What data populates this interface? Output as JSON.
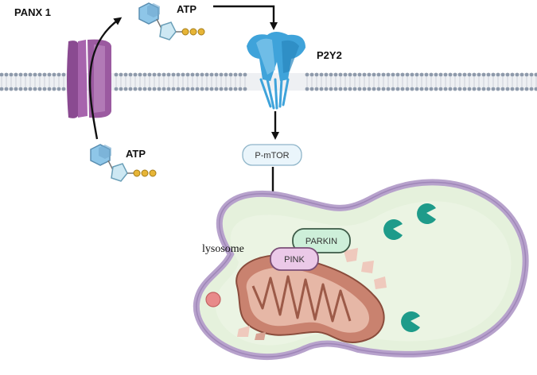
{
  "labels": {
    "panx1": "PANX 1",
    "atp_top": "ATP",
    "atp_bottom": "ATP",
    "p2y2": "P2Y2",
    "p_mtor": "P-mTOR",
    "lysosome": "lysosome",
    "parkin": "PARKIN",
    "pink": "PINK"
  },
  "colors": {
    "membrane_head": "#8E9AAB",
    "panx1_channel": "#9B5AA0",
    "p2y2_receptor": "#3FA3DA",
    "lysosome_fill": "#E5F1DC",
    "lysosome_border": "#B7A2CC",
    "mitochondrion": "#C9826F",
    "parkin_box": "#CDEFD9",
    "pink_box": "#EBC9E8",
    "mtor_box": "#EAF5FB",
    "receptor_dots": "#B89A2A"
  }
}
